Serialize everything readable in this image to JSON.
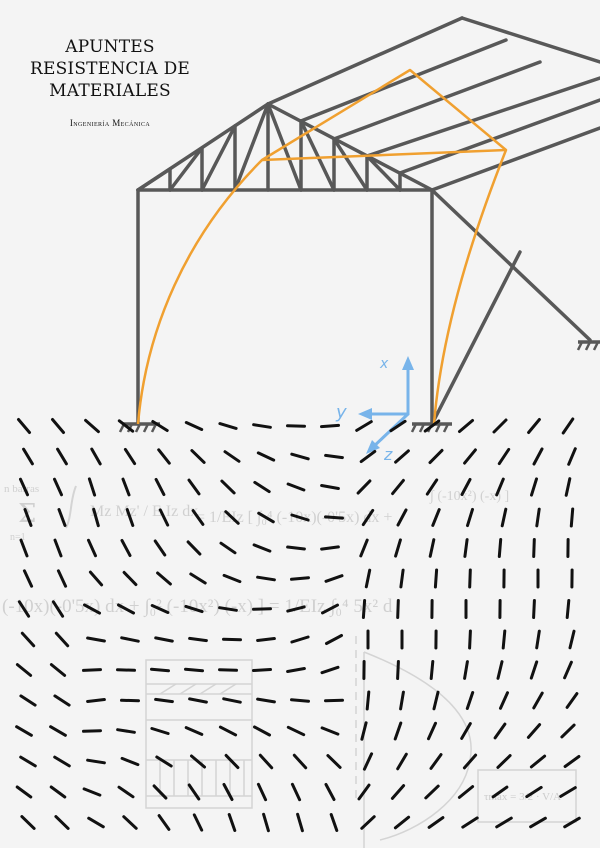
{
  "document": {
    "title_lines": [
      "APUNTES",
      "RESISTENCIA DE",
      "MATERIALES"
    ],
    "subtitle": "Ingeniería Mecánica"
  },
  "axes": {
    "x_label": "x",
    "y_label": "y",
    "z_label": "z"
  },
  "background_formula": {
    "line1_lhs": "n barras",
    "line1_sum": "Σ",
    "line1_index": "n=1",
    "line1_integrand": "Mz Mz' / E Iz dx",
    "line1_term1": "= 1/EIz [ ∫₀⁴ (-10x)(-0'5x) dx +",
    "line1_term2": "∫ (-10x²) (-x) ]",
    "line2": "(-10x)(-0'5x) dx + ∫₀² (-10x²) (-x) ] = 1/EIz ∫₀⁴ 5x² d",
    "box_formula": "τmax = 3/2 · V/A"
  },
  "colors": {
    "structure": "#585858",
    "deformed": "#f0a030",
    "axes": "#78b4ea",
    "needles": "#111111",
    "sketch": "#cfcfcf"
  }
}
